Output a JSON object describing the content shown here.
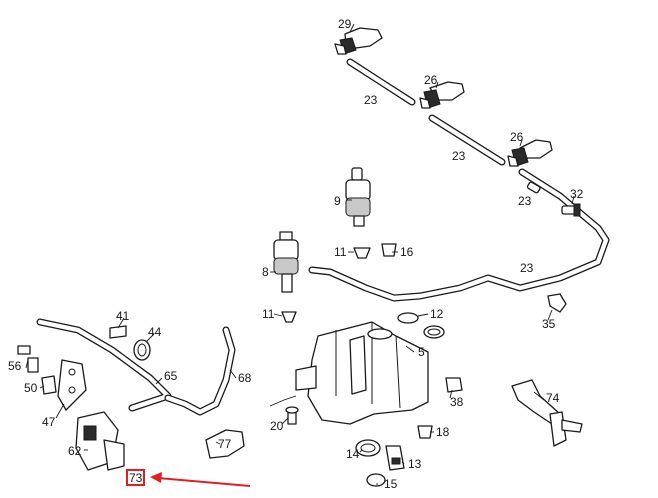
{
  "diagram": {
    "callouts": [
      {
        "id": "lbl-29",
        "text": "29"
      },
      {
        "id": "lbl-26a",
        "text": "26"
      },
      {
        "id": "lbl-26b",
        "text": "26"
      },
      {
        "id": "lbl-23a",
        "text": "23"
      },
      {
        "id": "lbl-23b",
        "text": "23"
      },
      {
        "id": "lbl-23c",
        "text": "23"
      },
      {
        "id": "lbl-23d",
        "text": "23"
      },
      {
        "id": "lbl-32",
        "text": "32"
      },
      {
        "id": "lbl-9",
        "text": "9"
      },
      {
        "id": "lbl-8",
        "text": "8"
      },
      {
        "id": "lbl-11a",
        "text": "11"
      },
      {
        "id": "lbl-11b",
        "text": "11"
      },
      {
        "id": "lbl-16",
        "text": "16"
      },
      {
        "id": "lbl-12",
        "text": "12"
      },
      {
        "id": "lbl-5",
        "text": "5"
      },
      {
        "id": "lbl-35",
        "text": "35"
      },
      {
        "id": "lbl-41",
        "text": "41"
      },
      {
        "id": "lbl-44",
        "text": "44"
      },
      {
        "id": "lbl-56",
        "text": "56"
      },
      {
        "id": "lbl-50",
        "text": "50"
      },
      {
        "id": "lbl-47",
        "text": "47"
      },
      {
        "id": "lbl-65",
        "text": "65"
      },
      {
        "id": "lbl-68",
        "text": "68"
      },
      {
        "id": "lbl-20",
        "text": "20"
      },
      {
        "id": "lbl-38",
        "text": "38"
      },
      {
        "id": "lbl-74",
        "text": "74"
      },
      {
        "id": "lbl-18",
        "text": "18"
      },
      {
        "id": "lbl-14",
        "text": "14"
      },
      {
        "id": "lbl-13",
        "text": "13"
      },
      {
        "id": "lbl-15",
        "text": "15"
      },
      {
        "id": "lbl-77",
        "text": "77"
      },
      {
        "id": "lbl-62",
        "text": "62"
      },
      {
        "id": "lbl-73",
        "text": "73"
      }
    ],
    "highlight_color": "#e02020",
    "line_color": "#1a1a1a"
  }
}
